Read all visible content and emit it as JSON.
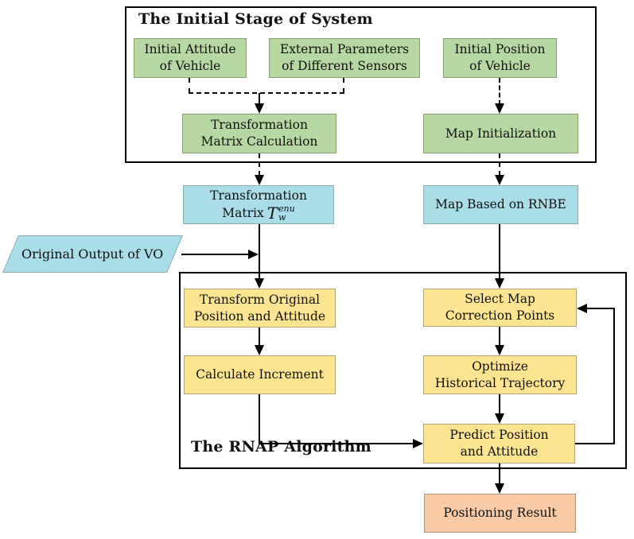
{
  "titles": {
    "initial_stage": "The Initial Stage of System",
    "rnap": "The RNAP Algorithm"
  },
  "nodes": {
    "g1": {
      "lines": [
        "Initial Attitude",
        "of Vehicle"
      ]
    },
    "g2": {
      "lines": [
        "External Parameters",
        "of Different Sensors"
      ]
    },
    "g3": {
      "lines": [
        "Initial Position",
        "of Vehicle"
      ]
    },
    "g4": {
      "lines": [
        "Transformation",
        "Matrix Calculation"
      ]
    },
    "g5": {
      "lines": [
        "Map Initialization"
      ]
    },
    "b1": {
      "lines": [
        "Transformation"
      ],
      "matrix_prefix": "Matrix",
      "symbol": "T",
      "superscript": "enu",
      "subscript": "w"
    },
    "b2": {
      "lines": [
        "Map Based on RNBE"
      ]
    },
    "vo": {
      "label": "Original Output of VO"
    },
    "y1": {
      "lines": [
        "Transform Original",
        "Position and Attitude"
      ]
    },
    "y2": {
      "lines": [
        "Calculate Increment"
      ]
    },
    "y3": {
      "lines": [
        "Select Map",
        "Correction Points"
      ]
    },
    "y4": {
      "lines": [
        "Optimize",
        "Historical Trajectory"
      ]
    },
    "y5": {
      "lines": [
        "Predict Position",
        "and Attitude"
      ]
    },
    "result": {
      "lines": [
        "Positioning Result"
      ]
    }
  },
  "colors": {
    "green_fill": "#b7d7a3",
    "blue_fill": "#a9dde7",
    "yellow_fill": "#fde491",
    "orange_fill": "#f8cba6",
    "line": "#000000",
    "text": "#111111"
  }
}
